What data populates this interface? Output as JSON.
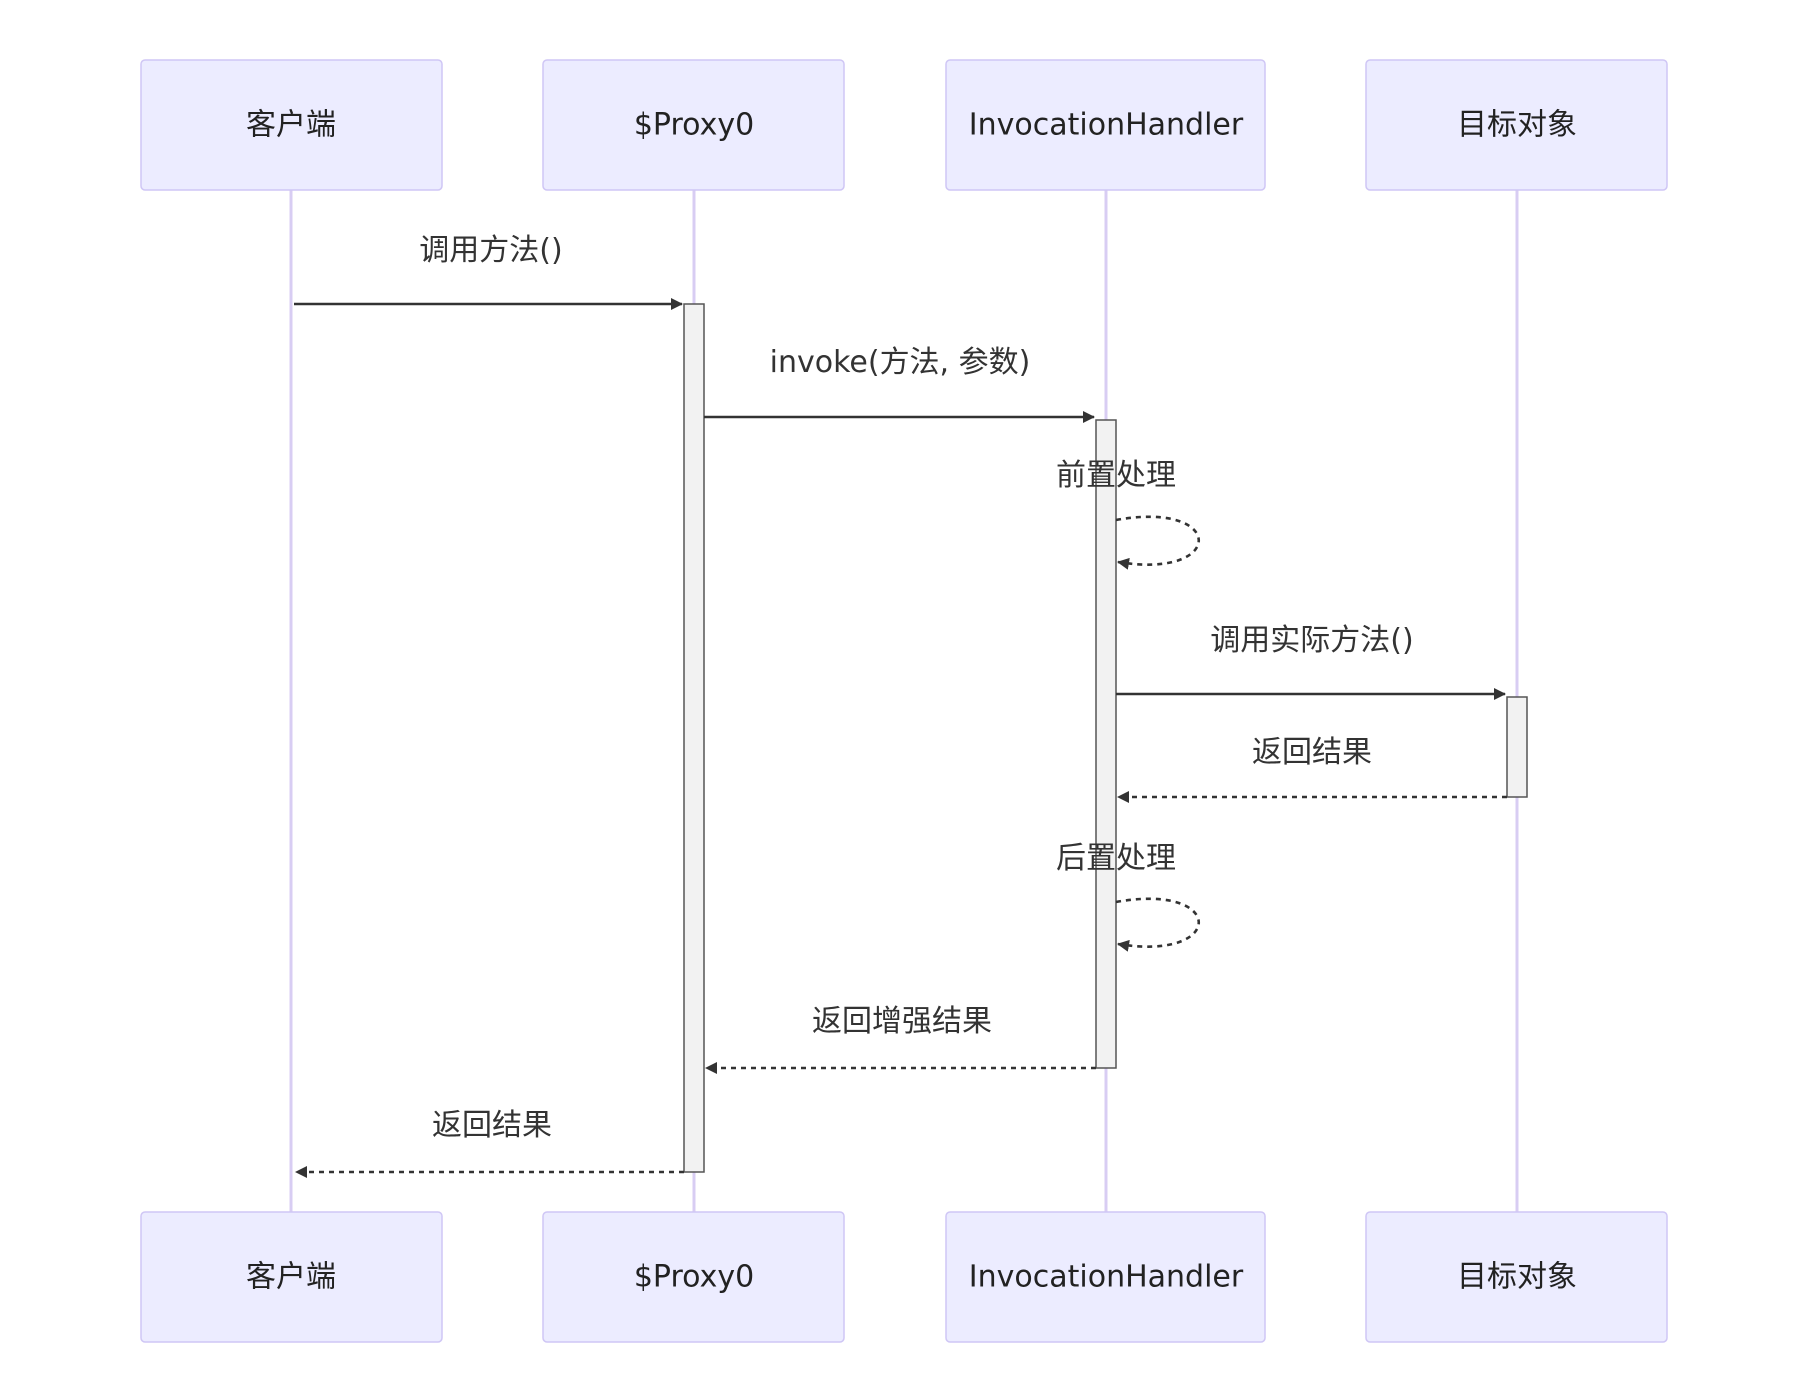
{
  "diagram": {
    "type": "sequence",
    "participants": [
      {
        "id": "client",
        "label": "客户端"
      },
      {
        "id": "proxy",
        "label": "$Proxy0"
      },
      {
        "id": "handler",
        "label": "InvocationHandler"
      },
      {
        "id": "target",
        "label": "目标对象"
      }
    ],
    "messages": [
      {
        "id": "m1",
        "from": "client",
        "to": "proxy",
        "label": "调用方法()",
        "style": "solid"
      },
      {
        "id": "m2",
        "from": "proxy",
        "to": "handler",
        "label": "invoke(方法, 参数)",
        "style": "solid"
      },
      {
        "id": "m3",
        "from": "handler",
        "to": "handler",
        "label": "前置处理",
        "style": "dashed"
      },
      {
        "id": "m4",
        "from": "handler",
        "to": "target",
        "label": "调用实际方法()",
        "style": "solid"
      },
      {
        "id": "m5",
        "from": "target",
        "to": "handler",
        "label": "返回结果",
        "style": "dashed"
      },
      {
        "id": "m6",
        "from": "handler",
        "to": "handler",
        "label": "后置处理",
        "style": "dashed"
      },
      {
        "id": "m7",
        "from": "handler",
        "to": "proxy",
        "label": "返回增强结果",
        "style": "dashed"
      },
      {
        "id": "m8",
        "from": "proxy",
        "to": "client",
        "label": "返回结果",
        "style": "dashed"
      }
    ],
    "activations": [
      {
        "participant": "proxy",
        "from_message": "m1",
        "to_message": "m8"
      },
      {
        "participant": "handler",
        "from_message": "m2",
        "to_message": "m7"
      },
      {
        "participant": "target",
        "from_message": "m4",
        "to_message": "m5"
      }
    ],
    "colors": {
      "actor_fill": "#ececff",
      "actor_stroke": "#cfc6f5",
      "lifeline": "#d8cdf3",
      "activation_fill": "#f2f2f2",
      "line": "#333333"
    }
  }
}
